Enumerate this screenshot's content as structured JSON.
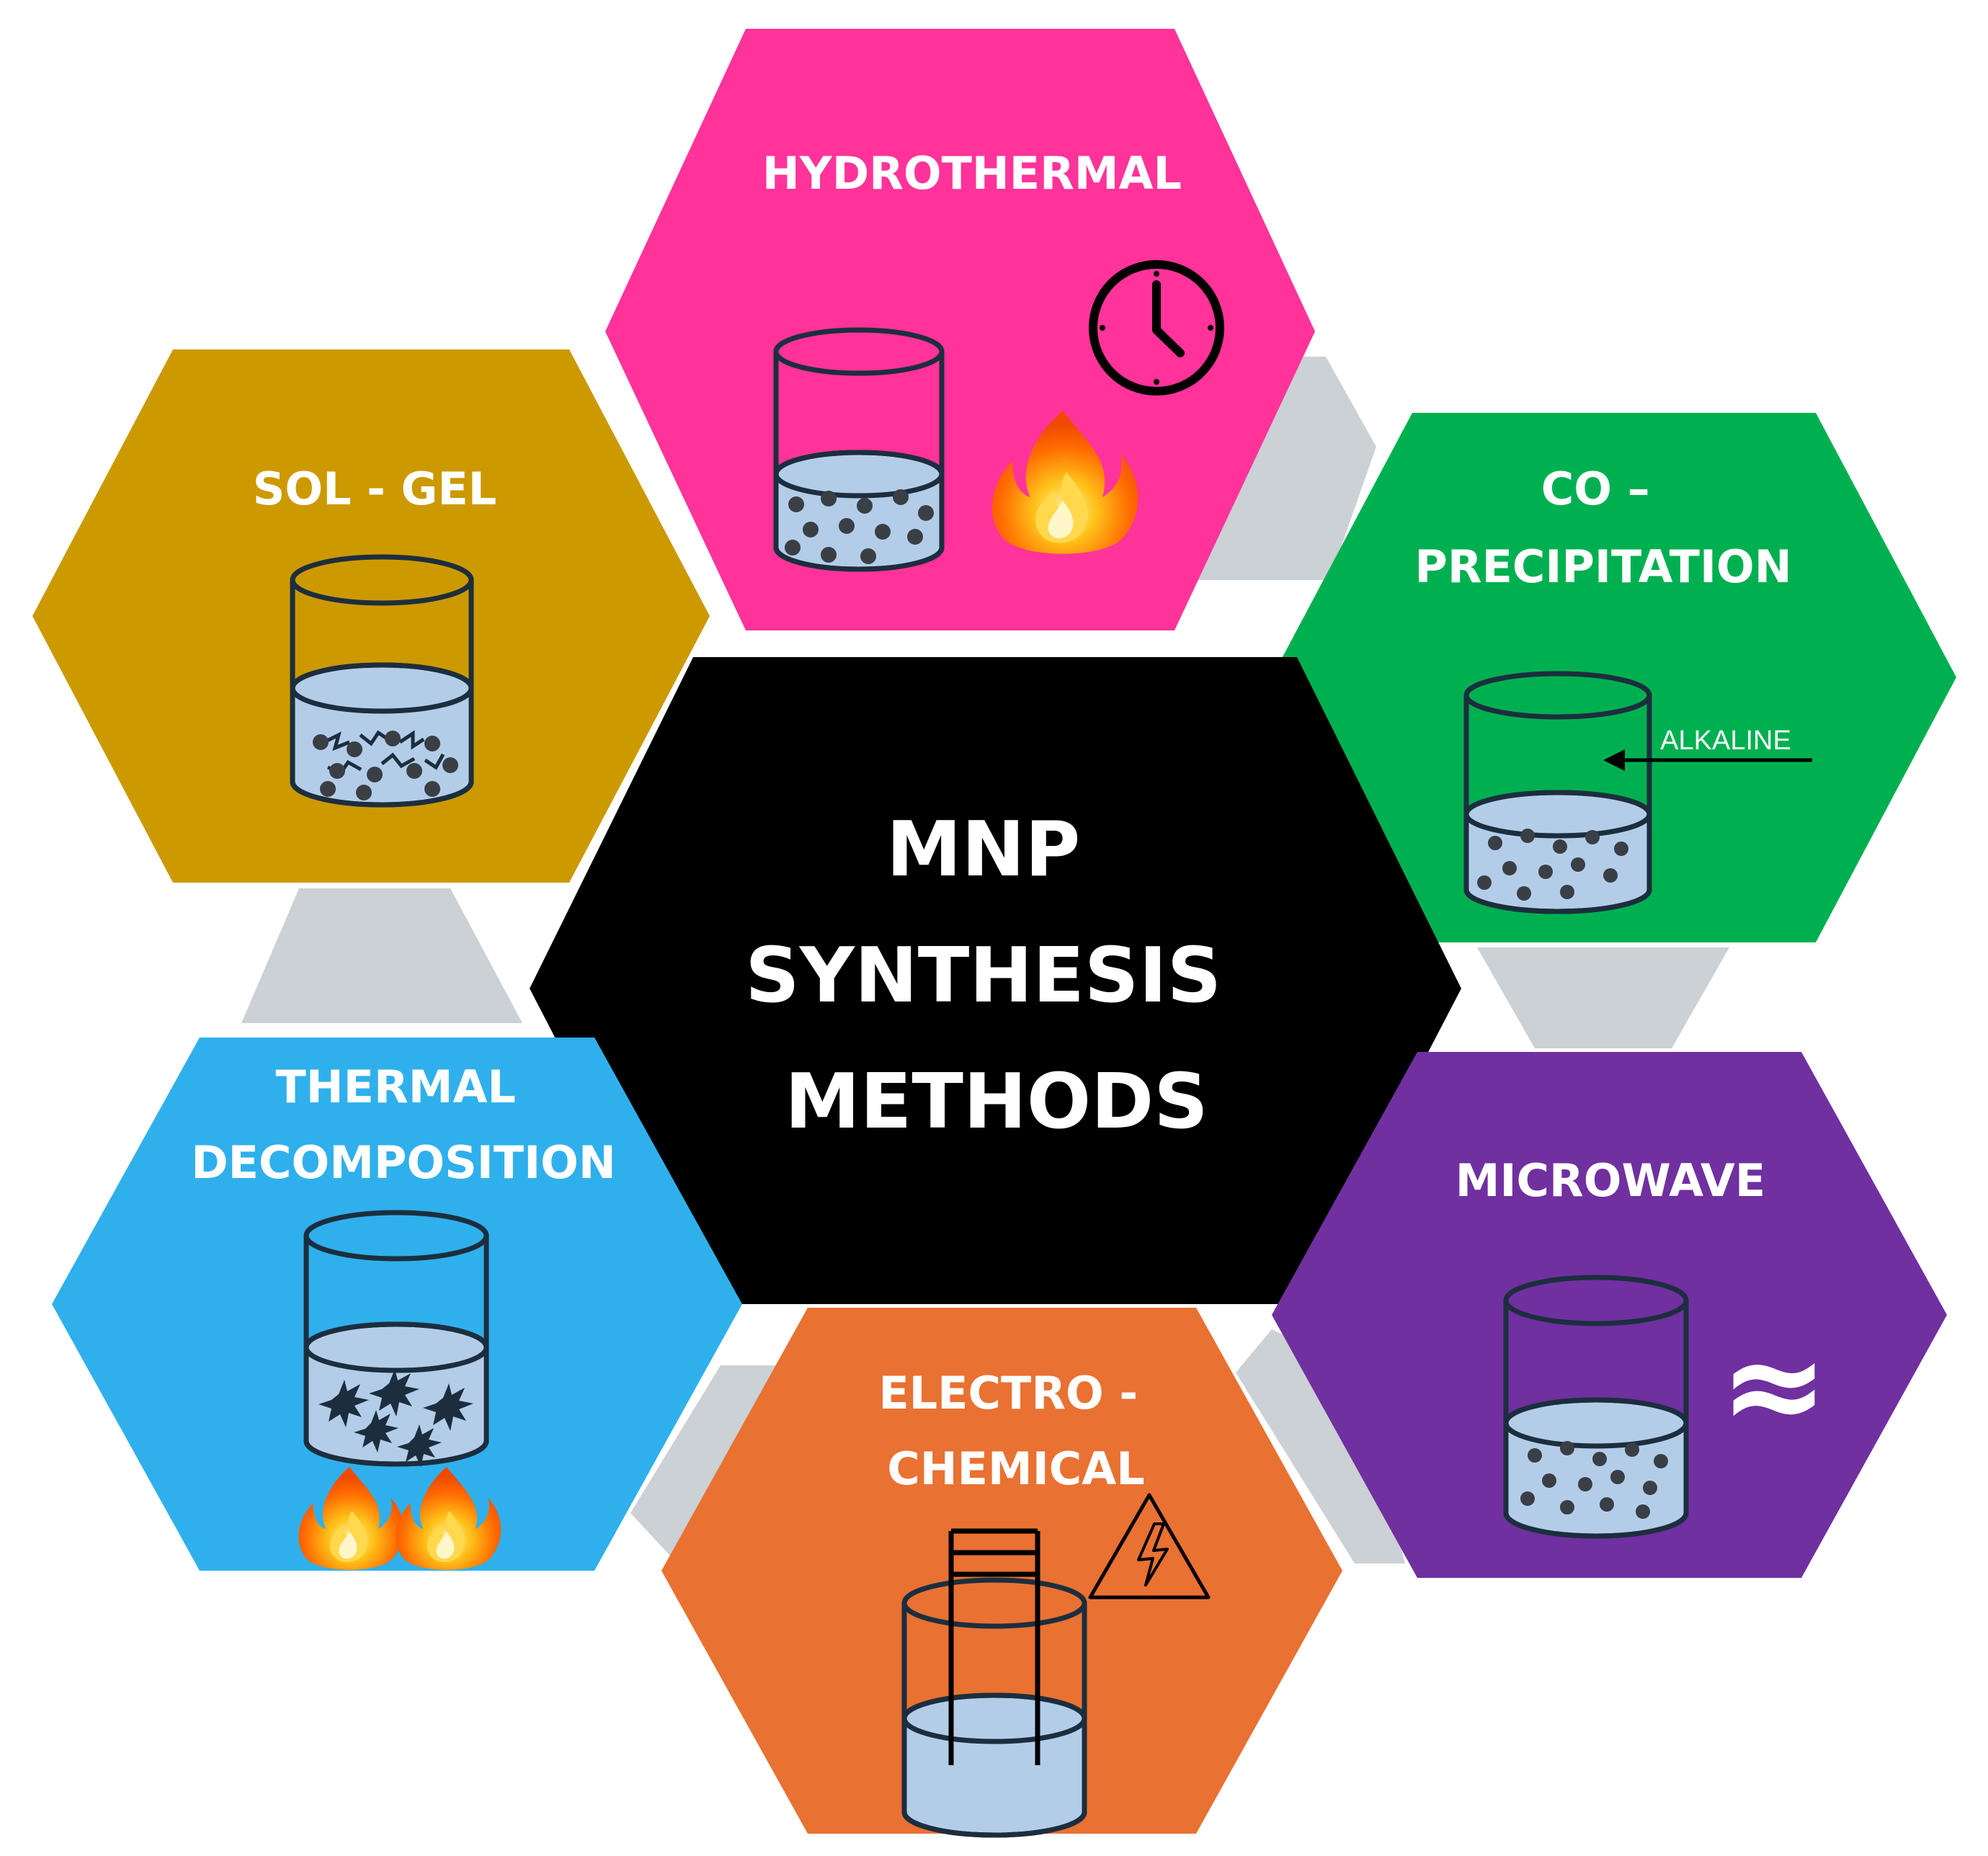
{
  "center": {
    "lines": [
      "MNP",
      "SYNTHESIS",
      "METHODS"
    ]
  },
  "methods": {
    "hydrothermal": {
      "lines": [
        "HYDROTHERMAL"
      ],
      "color": "#ff3399",
      "icons": [
        "beaker-icon",
        "clock-icon",
        "flame-icon"
      ]
    },
    "sol_gel": {
      "lines": [
        "SOL - GEL"
      ],
      "color": "#cc9900",
      "icons": [
        "beaker-icon"
      ]
    },
    "co_precipitation": {
      "lines": [
        "CO –",
        "PRECIPITATION"
      ],
      "color": "#00b050",
      "icons": [
        "beaker-icon",
        "arrow-icon"
      ],
      "arrow_label": "ALKALINE"
    },
    "thermal_decomposition": {
      "lines": [
        "THERMAL",
        "DECOMPOSITION"
      ],
      "color": "#2fb0ec",
      "icons": [
        "beaker-icon",
        "flame-icon",
        "flame-icon"
      ]
    },
    "microwave": {
      "lines": [
        "MICROWAVE"
      ],
      "color": "#7030a0",
      "icons": [
        "beaker-icon",
        "wave-icon"
      ],
      "symbol": "≈"
    },
    "electrochemical": {
      "lines": [
        "ELECTRO -",
        "CHEMICAL"
      ],
      "color": "#e97132",
      "icons": [
        "beaker-icon",
        "electrodes-icon",
        "warning-icon"
      ]
    }
  },
  "colors": {
    "center": "#000000",
    "connector": "#ccd1d6",
    "liquid": "#b3cde9"
  }
}
